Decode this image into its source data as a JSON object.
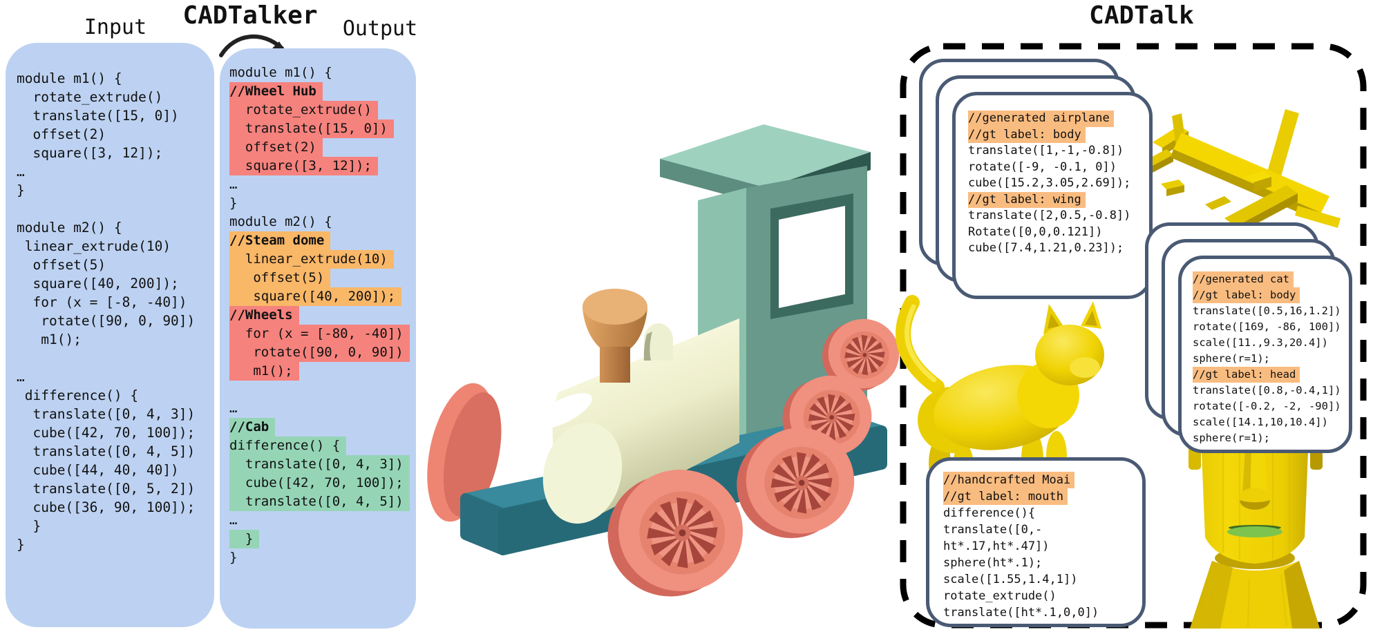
{
  "header": {
    "input_label": "Input",
    "tool_title": "CADTalker",
    "output_label": "Output",
    "dataset_title": "CADTalk"
  },
  "colors": {
    "code_block_bg": "#bdd2f2",
    "highlight_red": "#f5827d",
    "highlight_orange": "#f9b768",
    "highlight_green": "#95d5b6",
    "card_highlight_orange": "#f9bc80",
    "card_border": "#4a5a74",
    "dashed_border": "#000000",
    "render_yellow": "#f2d500",
    "train_teal": "#8cc1ae",
    "train_base_teal": "#2a6e7e",
    "train_wheel_salmon": "#f0907e",
    "train_boiler_cream": "#f2f4d8",
    "train_funnel_orange": "#cf9257"
  },
  "input_code": {
    "lines": [
      {
        "t": "module m1() {"
      },
      {
        "t": "  rotate_extrude()"
      },
      {
        "t": "  translate([15, 0])"
      },
      {
        "t": "  offset(2)"
      },
      {
        "t": "  square([3, 12]);"
      },
      {
        "t": "…"
      },
      {
        "t": "}"
      },
      {
        "t": ""
      },
      {
        "t": "module m2() {"
      },
      {
        "t": " linear_extrude(10)"
      },
      {
        "t": "  offset(5)"
      },
      {
        "t": "  square([40, 200]);"
      },
      {
        "t": "  for (x = [-8, -40])"
      },
      {
        "t": "   rotate([90, 0, 90])"
      },
      {
        "t": "   m1();"
      },
      {
        "t": ""
      },
      {
        "t": "…"
      },
      {
        "t": " difference() {"
      },
      {
        "t": "  translate([0, 4, 3])"
      },
      {
        "t": "  cube([42, 70, 100]);"
      },
      {
        "t": "  translate([0, 4, 5])"
      },
      {
        "t": "  cube([44, 40, 40])"
      },
      {
        "t": "  translate([0, 5, 2])"
      },
      {
        "t": "  cube([36, 90, 100]);"
      },
      {
        "t": "  }"
      },
      {
        "t": "}"
      }
    ]
  },
  "output_code": {
    "lines": [
      {
        "t": "module m1() {"
      },
      {
        "t": "//Wheel Hub",
        "h": "red",
        "b": true
      },
      {
        "t": "  rotate_extrude()",
        "h": "red"
      },
      {
        "t": "  translate([15, 0])",
        "h": "red"
      },
      {
        "t": "  offset(2)",
        "h": "red"
      },
      {
        "t": "  square([3, 12]);",
        "h": "red"
      },
      {
        "t": "…"
      },
      {
        "t": "}"
      },
      {
        "t": "module m2() {"
      },
      {
        "t": "//Steam dome",
        "h": "orange",
        "b": true
      },
      {
        "t": "  linear_extrude(10)",
        "h": "orange"
      },
      {
        "t": "   offset(5)",
        "h": "orange"
      },
      {
        "t": "   square([40, 200]);",
        "h": "orange"
      },
      {
        "t": "//Wheels",
        "h": "red",
        "b": true
      },
      {
        "t": "  for (x = [-80, -40])",
        "h": "red"
      },
      {
        "t": "   rotate([90, 0, 90])",
        "h": "red"
      },
      {
        "t": "   m1();",
        "h": "red"
      },
      {
        "t": ""
      },
      {
        "t": "…"
      },
      {
        "t": "//Cab",
        "h": "green",
        "b": true
      },
      {
        "t": "difference() {",
        "h": "green"
      },
      {
        "t": "  translate([0, 4, 3])",
        "h": "green"
      },
      {
        "t": "  cube([42, 70, 100]);",
        "h": "green"
      },
      {
        "t": "  translate([0, 4, 5])",
        "h": "green"
      },
      {
        "t": "…"
      },
      {
        "t": "  }",
        "h": "green"
      },
      {
        "t": "}"
      }
    ]
  },
  "cadtalk": {
    "airplane_card": {
      "lines": [
        {
          "t": "//generated airplane",
          "h": "orange"
        },
        {
          "t": "//gt label: body",
          "h": "orange"
        },
        {
          "t": "translate([1,-1,-0.8])"
        },
        {
          "t": "rotate([-9, -0.1, 0])"
        },
        {
          "t": "cube([15.2,3.05,2.69]);"
        },
        {
          "t": "//gt label: wing",
          "h": "orange"
        },
        {
          "t": "translate([2,0.5,-0.8])"
        },
        {
          "t": "Rotate([0,0,0.121])"
        },
        {
          "t": "cube([7.4,1.21,0.23]);"
        }
      ]
    },
    "cat_card": {
      "lines": [
        {
          "t": "//generated cat",
          "h": "orange"
        },
        {
          "t": "//gt label: body",
          "h": "orange"
        },
        {
          "t": "translate([0.5,16,1.2])"
        },
        {
          "t": "rotate([169, -86, 100])"
        },
        {
          "t": "scale([11.,9.3,20.4])"
        },
        {
          "t": "sphere(r=1);"
        },
        {
          "t": "//gt label: head",
          "h": "orange"
        },
        {
          "t": "translate([0.8,-0.4,1])"
        },
        {
          "t": "rotate([-0.2, -2, -90])"
        },
        {
          "t": "scale([14.1,10,10.4])"
        },
        {
          "t": "sphere(r=1);"
        }
      ]
    },
    "moai_card": {
      "lines": [
        {
          "t": "//handcrafted Moai",
          "h": "orange"
        },
        {
          "t": "//gt label: mouth",
          "h": "orange"
        },
        {
          "t": "difference(){"
        },
        {
          "t": "translate([0,-"
        },
        {
          "t": "ht*.17,ht*.47])"
        },
        {
          "t": "sphere(ht*.1);"
        },
        {
          "t": "scale([1.55,1.4,1])"
        },
        {
          "t": "rotate_extrude()"
        },
        {
          "t": "translate([ht*.1,0,0])"
        }
      ]
    },
    "renders": {
      "train": "toy-train-3d-render",
      "airplane": "airplane-3d-render",
      "cat": "cat-3d-render",
      "moai": "moai-3d-render"
    }
  }
}
